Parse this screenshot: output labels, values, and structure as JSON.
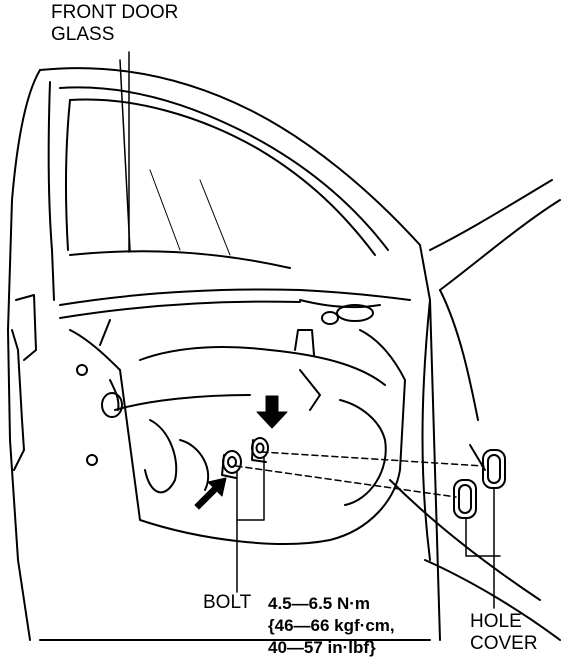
{
  "labels": {
    "front_door_glass": [
      "FRONT DOOR",
      "GLASS"
    ],
    "bolt": "BOLT",
    "torque_spec": [
      "4.5—6.5 N·m",
      "{46—66 kgf·cm,",
      "40—57 in·lbf}"
    ],
    "hole_cover": [
      "HOLE",
      "COVER"
    ]
  },
  "icons": [
    "arrow-icon",
    "bolt-icon",
    "hole-cover-icon"
  ]
}
